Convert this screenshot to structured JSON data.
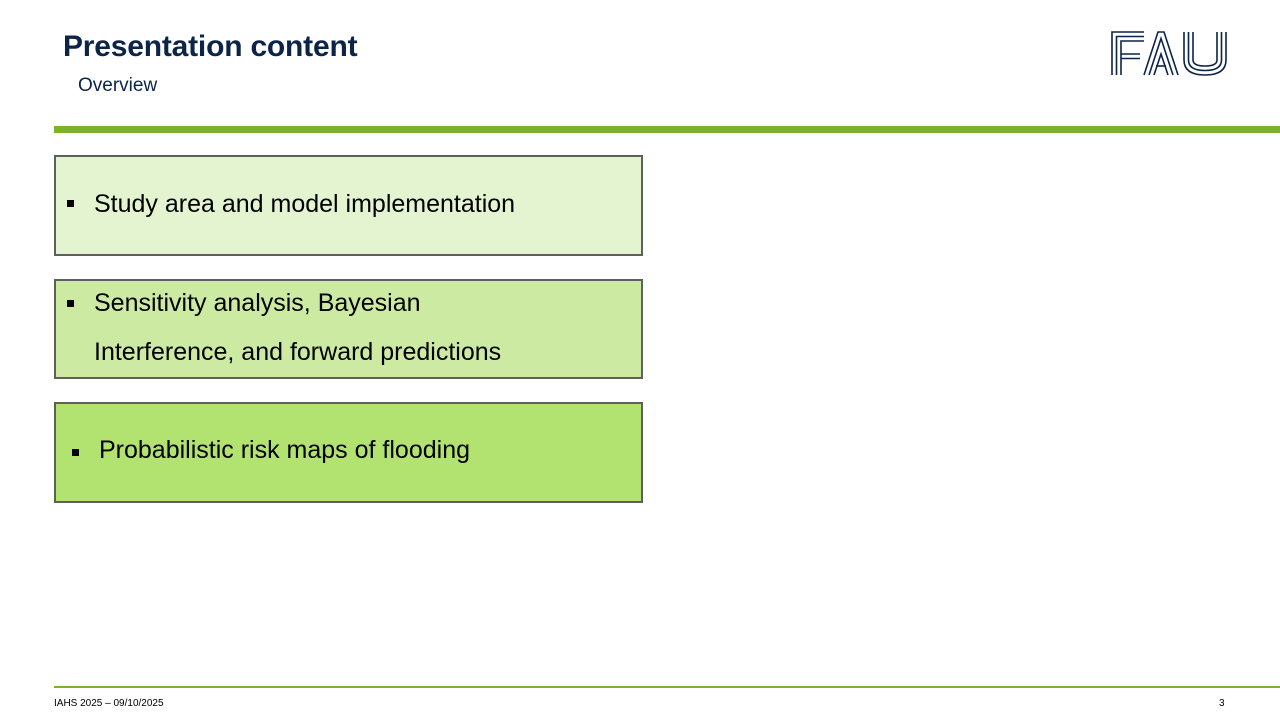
{
  "header": {
    "title": "Presentation content",
    "subtitle": "Overview",
    "logo_text": "FAU"
  },
  "content": {
    "items": [
      {
        "lines": [
          "Study area and model implementation"
        ]
      },
      {
        "lines": [
          "Sensitivity analysis, Bayesian",
          "Interference, and forward predictions"
        ]
      },
      {
        "lines": [
          "Probabilistic risk maps of flooding"
        ]
      }
    ]
  },
  "footer": {
    "event_date": "IAHS 2025 – 09/10/2025",
    "page_number": "3"
  },
  "colors": {
    "accent_green": "#7ab22e",
    "title_navy": "#0b2447",
    "box_1_fill": "#e4f4d0",
    "box_2_fill": "#cdeaa3",
    "box_3_fill": "#b2e270",
    "box_border": "#5f5f5f"
  }
}
